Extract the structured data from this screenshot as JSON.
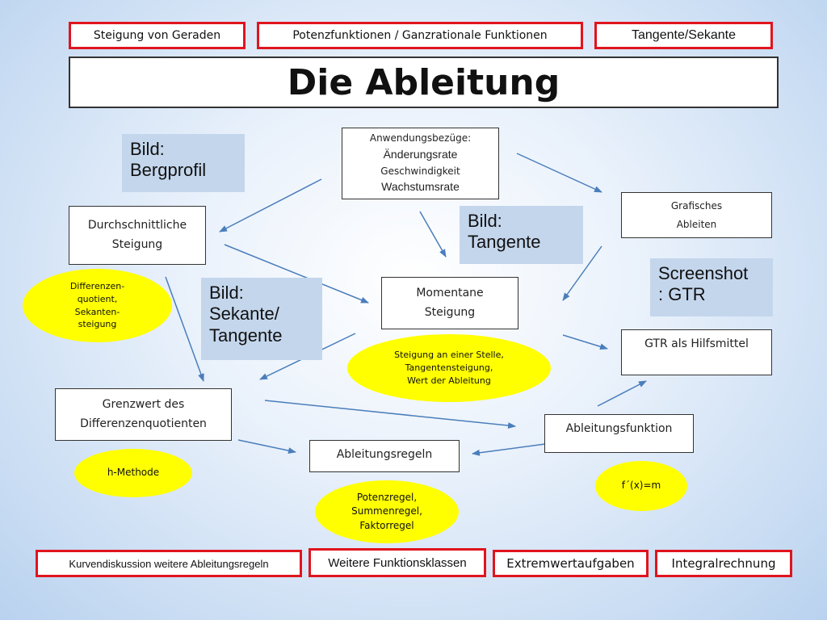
{
  "top_nav": [
    "Steigung von Geraden",
    "Potenzfunktionen / Ganzrationale Funktionen",
    "Tangente/Sekante"
  ],
  "title": "Die Ableitung",
  "nodes": {
    "anwendung": [
      "Anwendungsbezüge:",
      "Änderungsrate",
      "Geschwindigkeit",
      "Wachstumsrate"
    ],
    "durchschnitt": [
      "Durchschnittliche",
      "Steigung"
    ],
    "grafisch": [
      "Grafisches",
      "Ableiten"
    ],
    "momentan": [
      "Momentane",
      "Steigung"
    ],
    "gtr": [
      "GTR als Hilfsmittel"
    ],
    "grenzwert": [
      "Grenzwert des",
      "Differenzenquotienten"
    ],
    "ableitungsfunktion": [
      "Ableitungsfunktion"
    ],
    "ableitungsregeln": [
      "Ableitungsregeln"
    ]
  },
  "images": {
    "bergprofil": [
      "Bild:",
      "Bergprofil"
    ],
    "tangente": [
      "Bild:",
      "Tangente"
    ],
    "gtr": [
      "Screenshot",
      ": GTR"
    ],
    "sekante": [
      "Bild:",
      "Sekante/",
      "Tangente"
    ]
  },
  "notes": {
    "differenzen": [
      "Differenzen-",
      "quotient,",
      "Sekanten-",
      "steigung"
    ],
    "steigung_stelle": [
      "Steigung an einer Stelle,",
      "Tangentensteigung,",
      "Wert der Ableitung"
    ],
    "hmethode": [
      "h-Methode"
    ],
    "fstrich": [
      "f´(x)=m"
    ],
    "regeln": [
      "Potenzregel,",
      "Summenregel,",
      "Faktorregel"
    ]
  },
  "bottom_nav": [
    "Kurvendiskussion weitere Ableitungsregeln",
    "Weitere Funktionsklassen",
    "Extremwertaufgaben",
    "Integralrechnung"
  ],
  "colors": {
    "nav_border": "#e0141e",
    "note_fill": "#ffff00",
    "image_placeholder": "#c4d6ec",
    "arrow": "#4a7ebb"
  }
}
